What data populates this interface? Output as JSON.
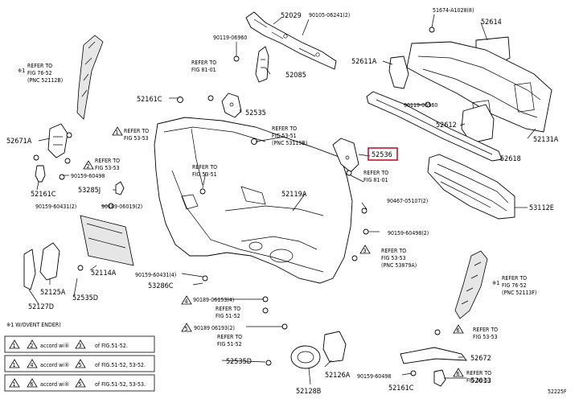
{
  "labels": {
    "p52029": "52029",
    "p90105": "90105-06241(2)",
    "p51674": "51674-A1028(8)",
    "p52614": "52614",
    "p90119a": "90119-06960",
    "p52611a": "52611A",
    "p52085": "52085",
    "p90119b": "90119-06960",
    "p52161c_top": "52161C",
    "p52535": "52535",
    "p52612": "52612",
    "p52131a": "52131A",
    "p52671a": "52671A",
    "p52536": "52536",
    "p52618": "52618",
    "p90159a": "90159-60498",
    "p52161c_left": "52161C",
    "p53285j": "53285J",
    "p52119a": "52119A",
    "p53112e": "53112E",
    "p90159b": "90159-60431(2)",
    "p90189a": "90189-06019(2)",
    "p90467": "90467-05107(2)",
    "p90159c": "90159-60498(2)",
    "p52114a": "52114A",
    "p90159d": "90159-60431(4)",
    "p53286c": "53286C",
    "p90189b": "90189-06153(4)",
    "p90189c": "90189 06193(2)",
    "p52125a": "52125A",
    "p52535d": "52535D",
    "p52127d": "52127D",
    "p52535d_b": "52535D",
    "p52126a": "52126A",
    "p52128b": "52128B",
    "p90159e": "90159-60498",
    "p52161c_bot": "52161C",
    "p52672": "52672",
    "p52613": "52613",
    "fig_code": "52225F"
  },
  "refs": {
    "r_fig76_left": [
      "REFER TO",
      "FIG 76-52",
      "(PNC 52112B)"
    ],
    "r_fig81a": [
      "REFER TO",
      "FIG 81-01"
    ],
    "r_fig5351a": [
      "REFER TO",
      "FIG 53-51",
      "(PNC 53119B)"
    ],
    "r_fig5353a": [
      "REFER TO",
      "FIG 53-53"
    ],
    "r_fig5353b": [
      "REFER TO",
      "FIG 53-53"
    ],
    "r_fig5351b": [
      "REFER TO",
      "FIG 53-51"
    ],
    "r_fig81b": [
      "REFER TO",
      "FIG 81-01"
    ],
    "r_fig5353c": [
      "REFER TO",
      "FIG 53-53",
      "(PNC 53879A)"
    ],
    "r_fig76_right": [
      "REFER TO",
      "FIG 76-52",
      "(PNC 52113F)"
    ],
    "r_fig5152": [
      "REFER TO",
      "FIG 51-52"
    ],
    "r_fig5152b": [
      "REFER TO",
      "FIG 51-52"
    ],
    "r_fig5353d": [
      "REFER TO",
      "FIG 53-53"
    ],
    "r_fig5353e": [
      "REFER TO",
      "FIG 53-53"
    ]
  },
  "symbols": {
    "note_mark": "※1",
    "tri1": "1",
    "tri2": "2",
    "tri3": "3",
    "tri4": "4",
    "tri5": "5",
    "tri6": "6"
  },
  "legend": {
    "title": "※1 W/OVENT ENDER)",
    "rows": [
      {
        "a": "1",
        "b": "2",
        "mid": "accord wi®",
        "c": "3",
        "tail": "of FIG.51-52."
      },
      {
        "a": "1",
        "b": "4",
        "mid": "accord wi®",
        "c": "5",
        "tail": "of FIG.51-52, 53-52."
      },
      {
        "a": "1",
        "b": "6",
        "mid": "accord wi®",
        "c": "5",
        "tail": "of FIG.51-52, 53-53."
      }
    ]
  },
  "colors": {
    "highlight": "#c8102e",
    "ink": "#000000",
    "panel": "#e6e6e6"
  },
  "highlight_target": "52536"
}
